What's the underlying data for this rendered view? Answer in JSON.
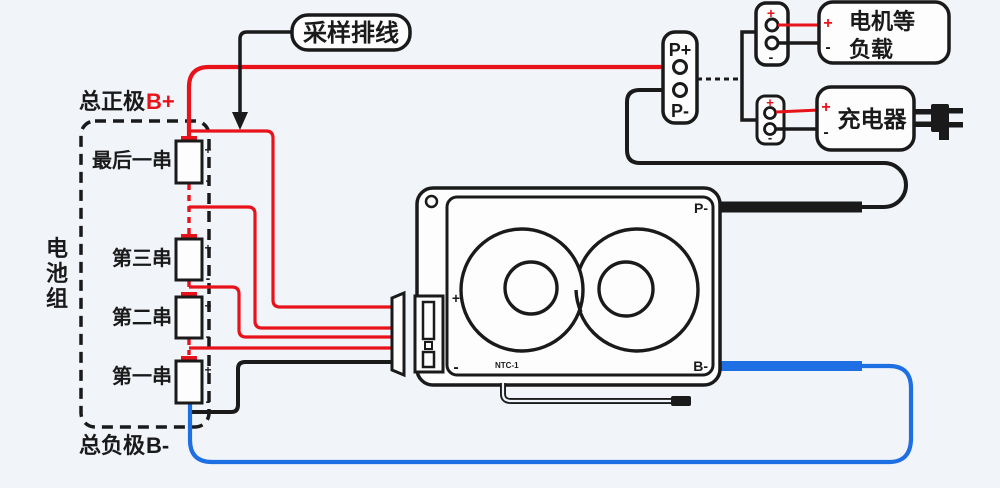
{
  "colors": {
    "background": "#f1f4f9",
    "wire_red": "#e8121a",
    "wire_blue": "#1e6ee4",
    "wire_black": "#1a1a1a"
  },
  "callout": {
    "sampling_cable": "采样排线"
  },
  "battery": {
    "main_positive": "总正极",
    "main_positive_tag": "B+",
    "main_negative": "总负极",
    "main_negative_tag": "B-",
    "pack_chars": [
      "电",
      "池",
      "组"
    ],
    "cells": [
      "最后一串",
      "第三串",
      "第二串",
      "第一串"
    ]
  },
  "bms": {
    "p_minus": "P-",
    "b_minus": "B-",
    "plus": "+",
    "minus": "-",
    "ntc_label": "NTC-1"
  },
  "pp_connector": {
    "p_plus": "P+",
    "p_minus": "P-"
  },
  "load": {
    "line1": "电机等",
    "line2": "负载"
  },
  "charger": {
    "label": "充电器"
  },
  "sym": {
    "plus": "+",
    "minus": "-"
  }
}
